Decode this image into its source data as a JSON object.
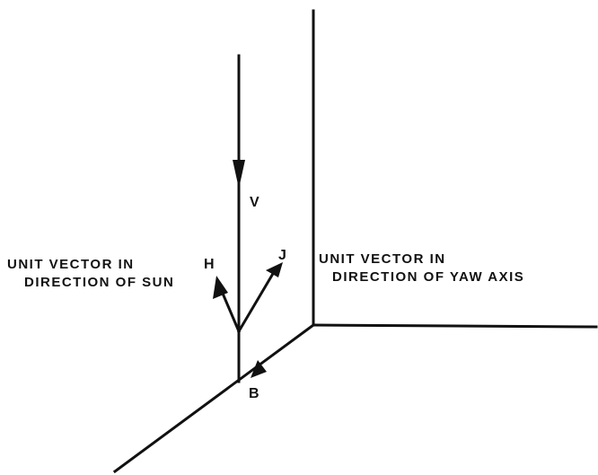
{
  "diagram": {
    "vectors": {
      "V": "V",
      "H": "H",
      "J": "J",
      "B": "B"
    },
    "annotations": {
      "sun": "UNIT VECTOR IN\nDIRECTION OF SUN",
      "yaw_line1": "UNIT VECTOR IN",
      "yaw_line2": "DIRECTION OF YAW AXIS",
      "sun_line1": "UNIT VECTOR IN",
      "sun_line2": "DIRECTION OF SUN"
    },
    "colors": {
      "ink": "#111111",
      "background": "#ffffff"
    }
  }
}
